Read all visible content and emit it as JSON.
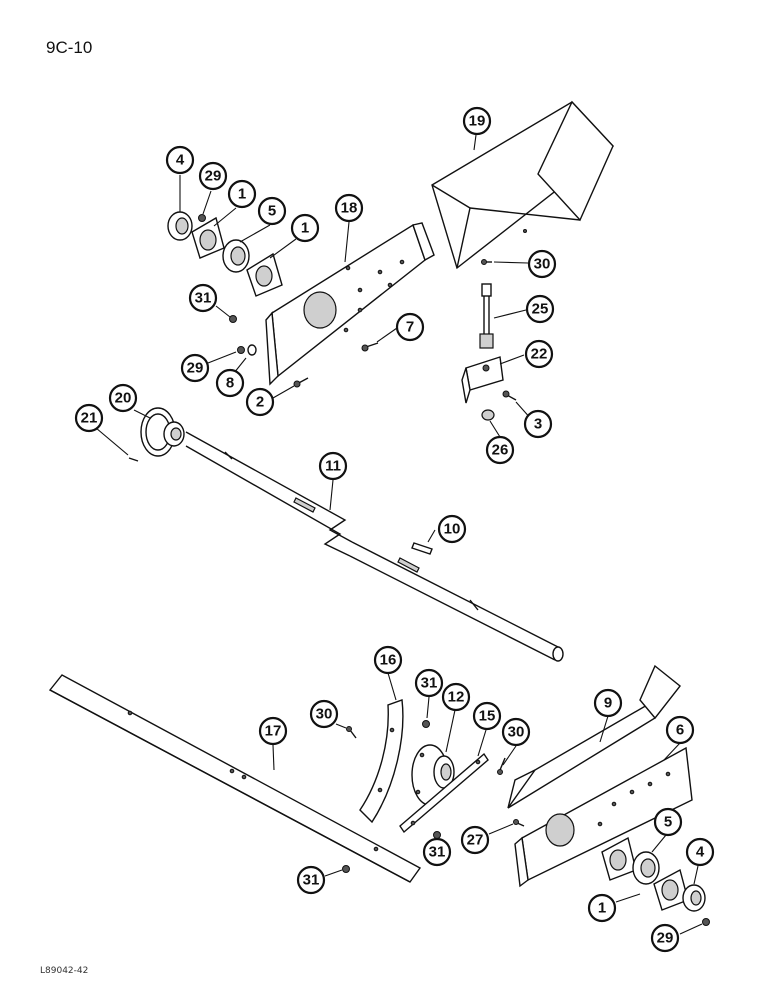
{
  "page": {
    "number": "9C-10",
    "figure_code": "L89042-42"
  },
  "callouts": [
    {
      "id": "c4a",
      "label": "4"
    },
    {
      "id": "c29a",
      "label": "29"
    },
    {
      "id": "c1a",
      "label": "1"
    },
    {
      "id": "c5a",
      "label": "5"
    },
    {
      "id": "c1b",
      "label": "1"
    },
    {
      "id": "c18",
      "label": "18"
    },
    {
      "id": "c19",
      "label": "19"
    },
    {
      "id": "c30a",
      "label": "30"
    },
    {
      "id": "c25",
      "label": "25"
    },
    {
      "id": "c31a",
      "label": "31"
    },
    {
      "id": "c7",
      "label": "7"
    },
    {
      "id": "c29b",
      "label": "29"
    },
    {
      "id": "c8",
      "label": "8"
    },
    {
      "id": "c22",
      "label": "22"
    },
    {
      "id": "c2",
      "label": "2"
    },
    {
      "id": "c3",
      "label": "3"
    },
    {
      "id": "c20",
      "label": "20"
    },
    {
      "id": "c21",
      "label": "21"
    },
    {
      "id": "c26",
      "label": "26"
    },
    {
      "id": "c11",
      "label": "11"
    },
    {
      "id": "c10",
      "label": "10"
    },
    {
      "id": "c16",
      "label": "16"
    },
    {
      "id": "c31b",
      "label": "31"
    },
    {
      "id": "c9",
      "label": "9"
    },
    {
      "id": "c30b",
      "label": "30"
    },
    {
      "id": "c12",
      "label": "12"
    },
    {
      "id": "c17",
      "label": "17"
    },
    {
      "id": "c15",
      "label": "15"
    },
    {
      "id": "c30c",
      "label": "30"
    },
    {
      "id": "c6",
      "label": "6"
    },
    {
      "id": "c5b",
      "label": "5"
    },
    {
      "id": "c27",
      "label": "27"
    },
    {
      "id": "c31c",
      "label": "31"
    },
    {
      "id": "c4b",
      "label": "4"
    },
    {
      "id": "c31d",
      "label": "31"
    },
    {
      "id": "c1c",
      "label": "1"
    },
    {
      "id": "c29c",
      "label": "29"
    }
  ]
}
